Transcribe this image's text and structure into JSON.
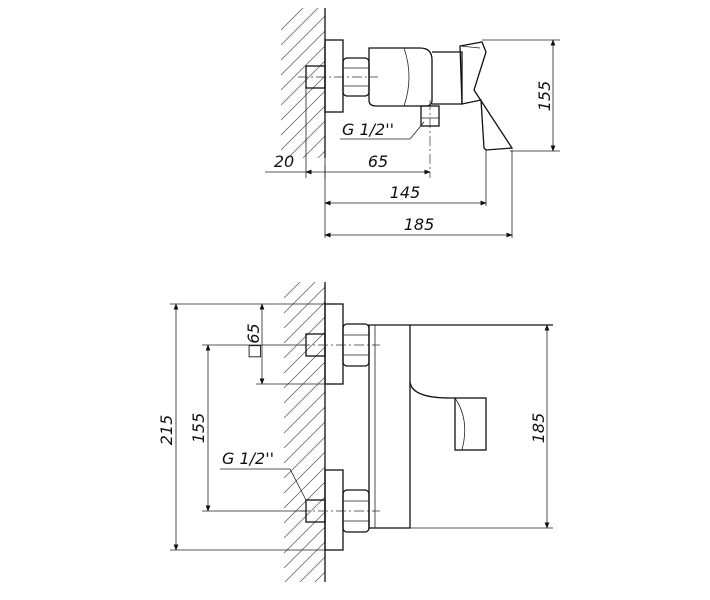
{
  "side_view": {
    "dim_height": "155",
    "dim_wall": "20",
    "dim_outlet": "65",
    "dim_lever": "145",
    "dim_total": "185",
    "thread_label": "G 1/2''"
  },
  "front_view": {
    "dim_total_height": "215",
    "dim_connection_spacing": "155",
    "dim_body_height": "185",
    "dim_cover": "□65",
    "thread_label": "G 1/2''"
  }
}
